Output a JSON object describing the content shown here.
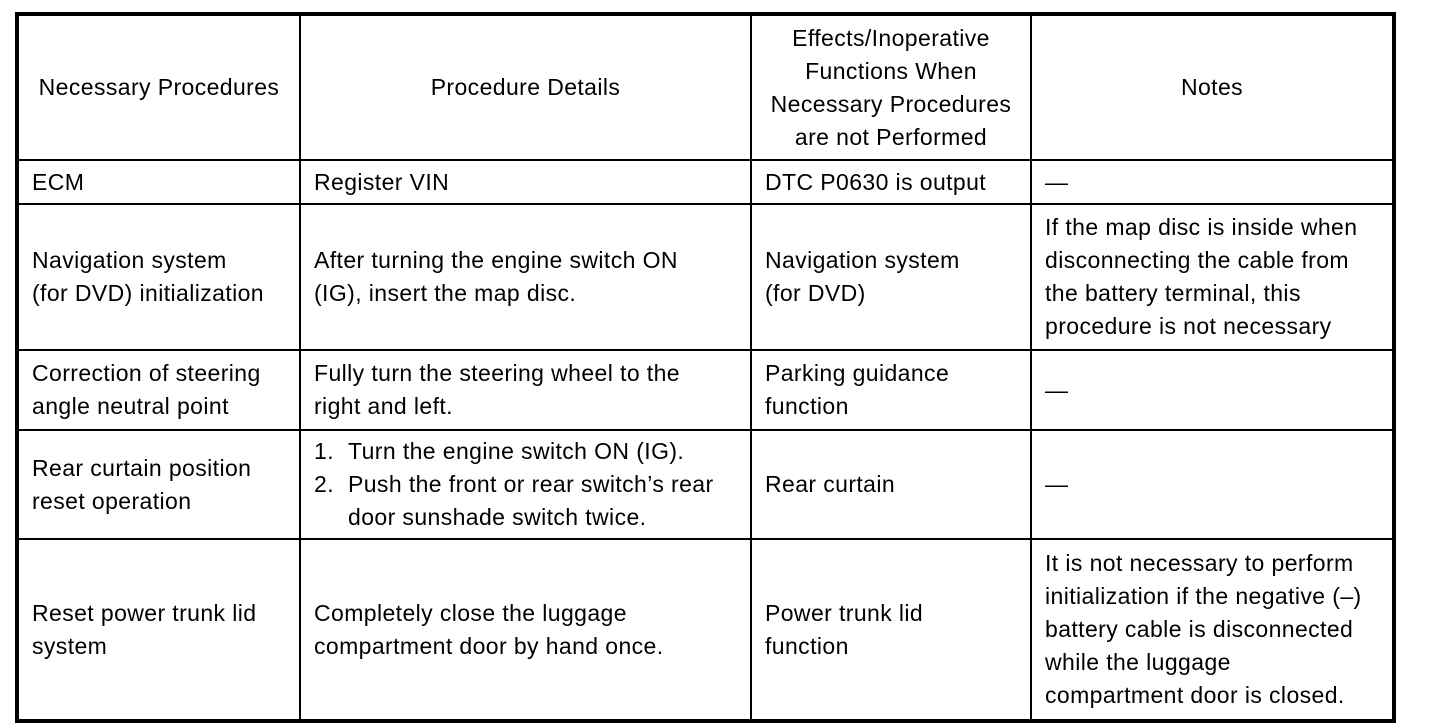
{
  "page": {
    "background": "#ffffff",
    "text_color": "#000000",
    "border_color": "#000000"
  },
  "table": {
    "headers": {
      "procedures": "Necessary Procedures",
      "details": "Procedure Details",
      "effects": "Effects/Inoperative\nFunctions When\nNecessary Procedures\nare not Performed",
      "notes": "Notes"
    },
    "rows": [
      {
        "procedure": "ECM",
        "details": "Register VIN",
        "effects": "DTC P0630 is output",
        "notes": "—"
      },
      {
        "procedure": "Navigation system\n(for DVD) initialization",
        "details": "After turning the engine switch ON\n(IG), insert the map disc.",
        "effects": "Navigation system\n(for DVD)",
        "notes": "If the map disc is inside when\ndisconnecting the cable from\nthe battery terminal, this\nprocedure is not necessary"
      },
      {
        "procedure": "Correction of steering\nangle neutral point",
        "details": "Fully turn the steering wheel to the\nright and left.",
        "effects": "Parking guidance\nfunction",
        "notes": "—"
      },
      {
        "procedure": "Rear curtain position\nreset operation",
        "details_steps": [
          {
            "num": "1.",
            "text": "Turn the engine switch ON (IG)."
          },
          {
            "num": "2.",
            "text": "Push the front or rear switch’s rear door sunshade switch twice."
          }
        ],
        "effects": "Rear curtain",
        "notes": "—"
      },
      {
        "procedure": "Reset power trunk lid\nsystem",
        "details": "Completely close the luggage\ncompartment door by hand once.",
        "effects": "Power trunk lid\nfunction",
        "notes": "It is not necessary to perform\ninitialization if the negative (–)\nbattery cable is disconnected\nwhile the luggage\ncompartment door is closed."
      }
    ]
  }
}
